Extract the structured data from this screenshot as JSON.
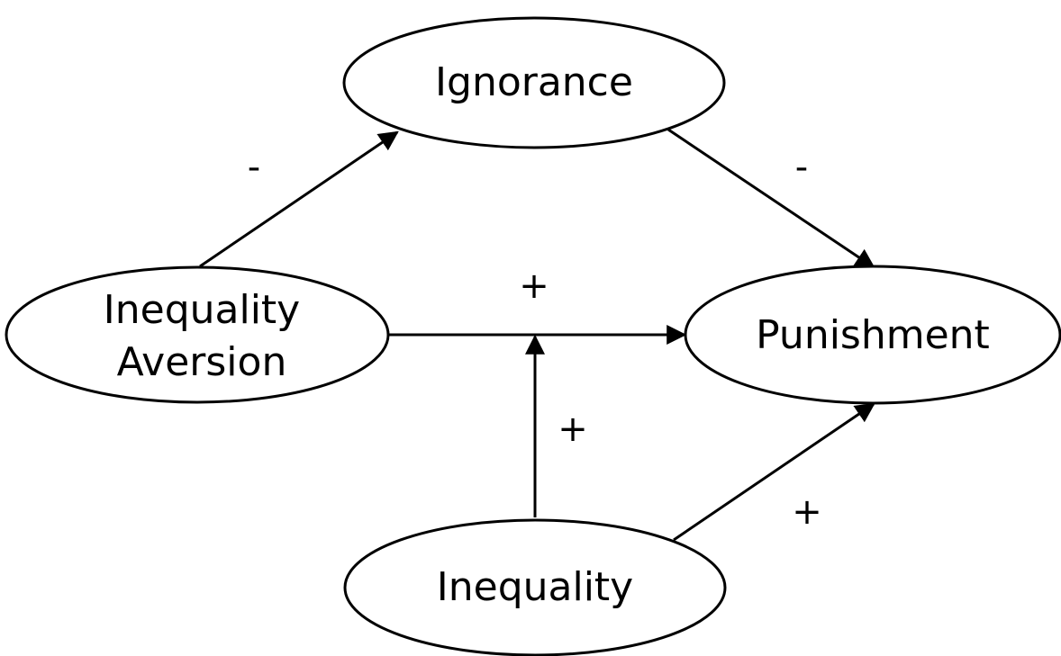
{
  "nodes": {
    "ignorance": {
      "label": "Ignorance"
    },
    "inequality_aversion": {
      "line1": "Inequality",
      "line2": "Aversion"
    },
    "punishment": {
      "label": "Punishment"
    },
    "inequality": {
      "label": "Inequality"
    }
  },
  "edges": {
    "aversion_to_ignorance": {
      "sign": "-"
    },
    "ignorance_to_punishment": {
      "sign": "-"
    },
    "aversion_to_punishment": {
      "sign": "+"
    },
    "inequality_moderates": {
      "sign": "+"
    },
    "inequality_to_punishment": {
      "sign": "+"
    }
  },
  "colors": {
    "stroke": "#000000",
    "background": "#ffffff"
  }
}
